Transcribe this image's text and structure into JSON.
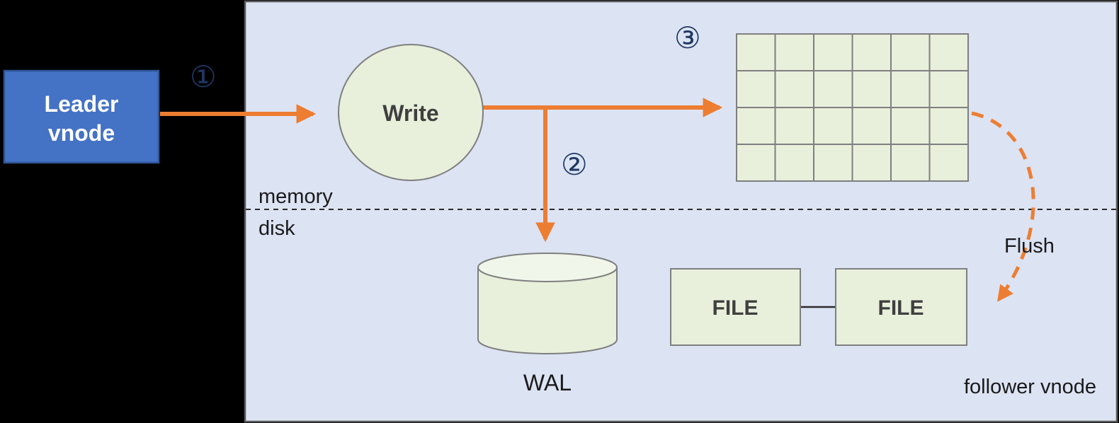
{
  "diagram": {
    "title": "leader-to-follower vnode write flow",
    "leader": {
      "line1": "Leader",
      "line2": "vnode"
    },
    "write_label": "Write",
    "wal_label": "WAL",
    "file1_label": "FILE",
    "file2_label": "FILE",
    "memory_label": "memory",
    "disk_label": "disk",
    "flush_label": "Flush",
    "follower_label": "follower vnode",
    "steps": {
      "one": "①",
      "two": "②",
      "three": "③"
    },
    "grid": {
      "rows": 4,
      "cols": 6
    }
  },
  "colors": {
    "canvas_bg": "#000000",
    "panel_bg": "#dce3f3",
    "panel_border": "#5a5a5a",
    "leader_fill": "#4472c4",
    "leader_border": "#2f5597",
    "leader_text": "#ffffff",
    "node_fill": "#e8efdb",
    "node_border": "#7f7f7f",
    "arrow": "#ed7d31",
    "step_number": "#1f3864",
    "text": "#1a1a1a"
  }
}
